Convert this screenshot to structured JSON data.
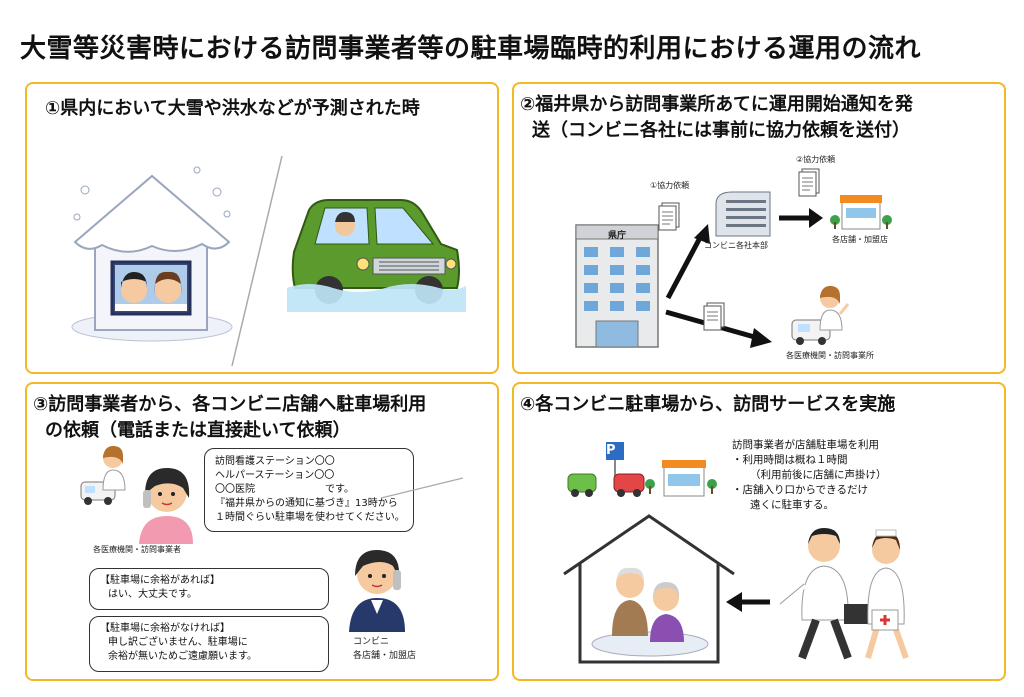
{
  "title": "大雪等災害時における訪問事業者等の駐車場臨時的利用における運用の流れ",
  "panel1": {
    "heading": "①県内において大雪や洪水などが予測された時"
  },
  "panel2": {
    "heading_line1": "②福井県から訪問事業所あてに運用開始通知を発",
    "heading_line2": "送（コンビニ各社には事前に協力依頼を送付）",
    "doc1_label": "①協力依頼",
    "doc2_label": "②協力依頼",
    "prefecture_sign": "県庁",
    "hq_label": "コンビニ各社本部",
    "stores_label": "各店舗・加盟店",
    "medical_label": "各医療機関・訪問事業所"
  },
  "panel3": {
    "heading_line1": "③訪問事業者から、各コンビニ店舗へ駐車場利用",
    "heading_line2": "の依頼（電話または直接赴いて依頼）",
    "request_lines": [
      "訪問看護ステーション〇〇",
      "ヘルパーステーション〇〇",
      "〇〇医院　　　　　　　です。",
      "『福井県からの通知に基づき』13時から",
      "１時間ぐらい駐車場を使わせてください。"
    ],
    "caller_label": "各医療機関・訪問事業者",
    "reply_yes": [
      "【駐車場に余裕があれば】",
      "はい、大丈夫です。"
    ],
    "reply_no": [
      "【駐車場に余裕がなければ】",
      "申し訳ございません、駐車場に",
      "余裕が無いためご遠慮願います。"
    ],
    "store_label": [
      "コンビニ",
      "各店舗・加盟店"
    ]
  },
  "panel4": {
    "heading": "④各コンビニ駐車場から、訪問サービスを実施",
    "parking_sign": "P",
    "notes": [
      "訪問事業者が店舗駐車場を利用",
      "・利用時間は概ね１時間",
      "（利用前後に店舗に声掛け）",
      "・店舗入り口からできるだけ",
      "遠くに駐車する。"
    ]
  }
}
